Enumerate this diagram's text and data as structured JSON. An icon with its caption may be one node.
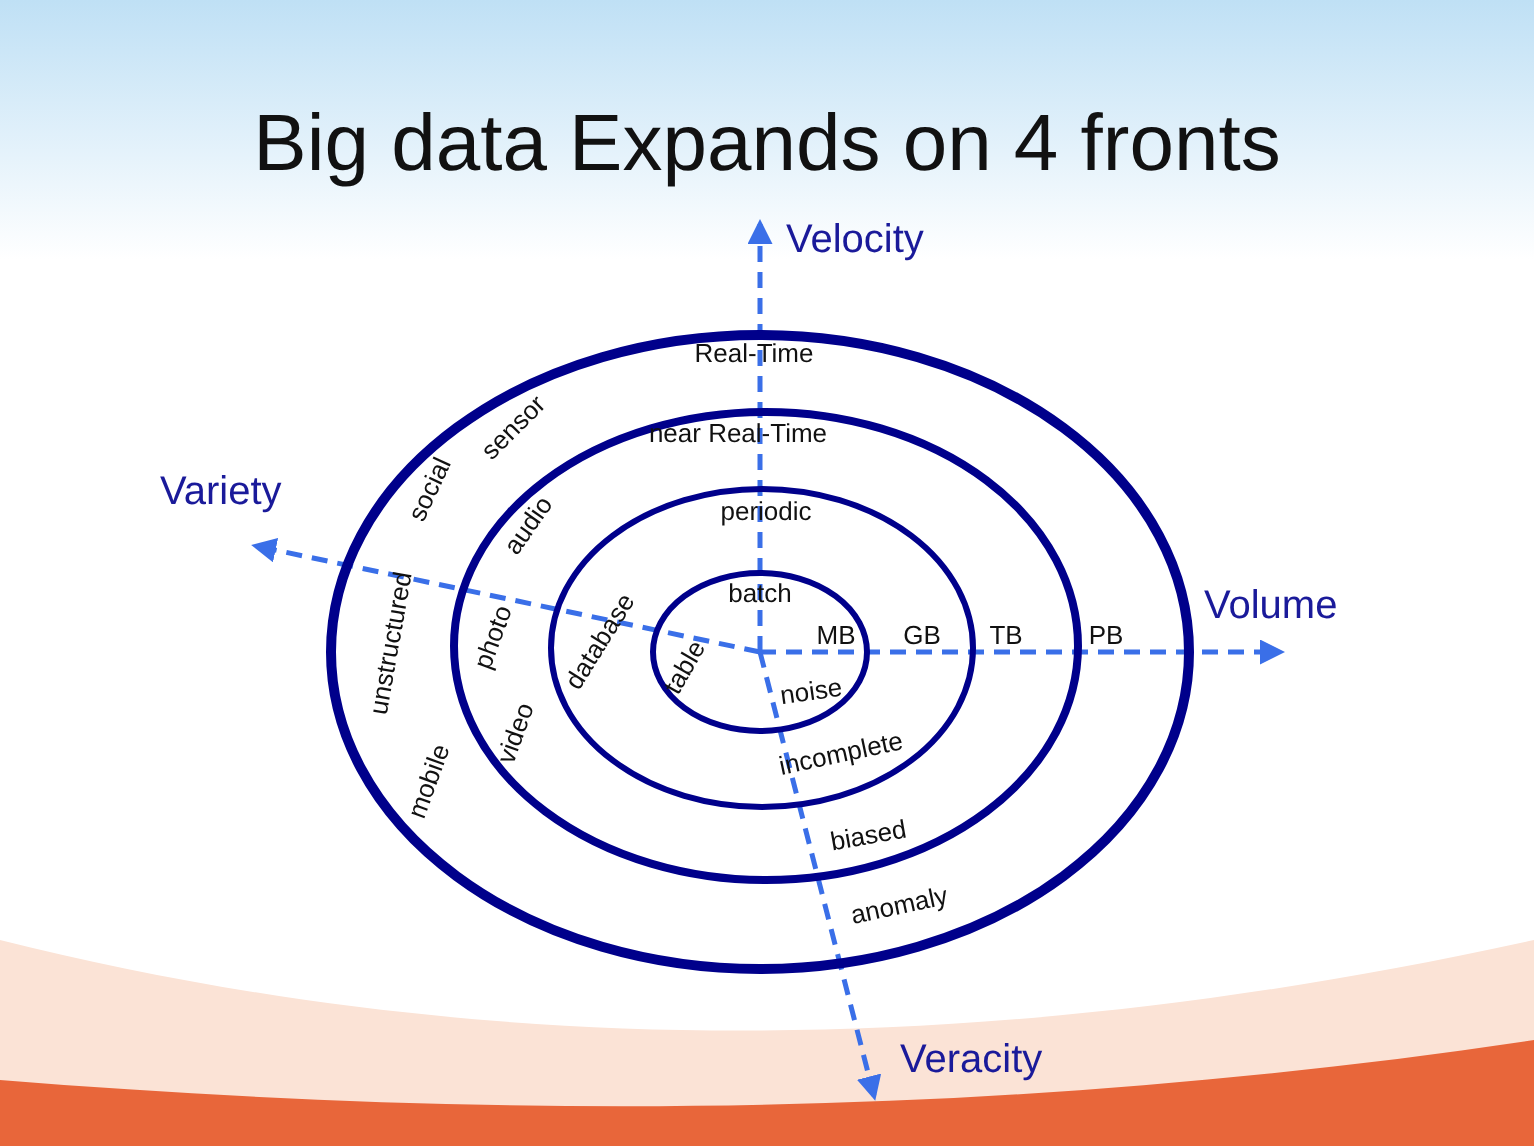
{
  "diagram": {
    "title": "Big data Expands on 4 fronts",
    "nodes": [
      {
        "text": [
          "batch",
          "MB",
          "noise",
          "table"
        ],
        "in": 1
      },
      {
        "text": [
          "periodic",
          "GB",
          "incomplete",
          "database"
        ],
        "in": 2
      },
      {
        "text": [
          "near Real-Time",
          "TB",
          "biased",
          "audio",
          "photo",
          "video"
        ],
        "in": 3
      },
      {
        "text": [
          "Real-Time",
          "PB",
          "anomaly",
          "sensor",
          "social",
          "unstructured",
          "mobile"
        ]
      }
    ],
    "labels": [
      "Velocity",
      "Variety",
      "Volume",
      "Veracity"
    ]
  }
}
